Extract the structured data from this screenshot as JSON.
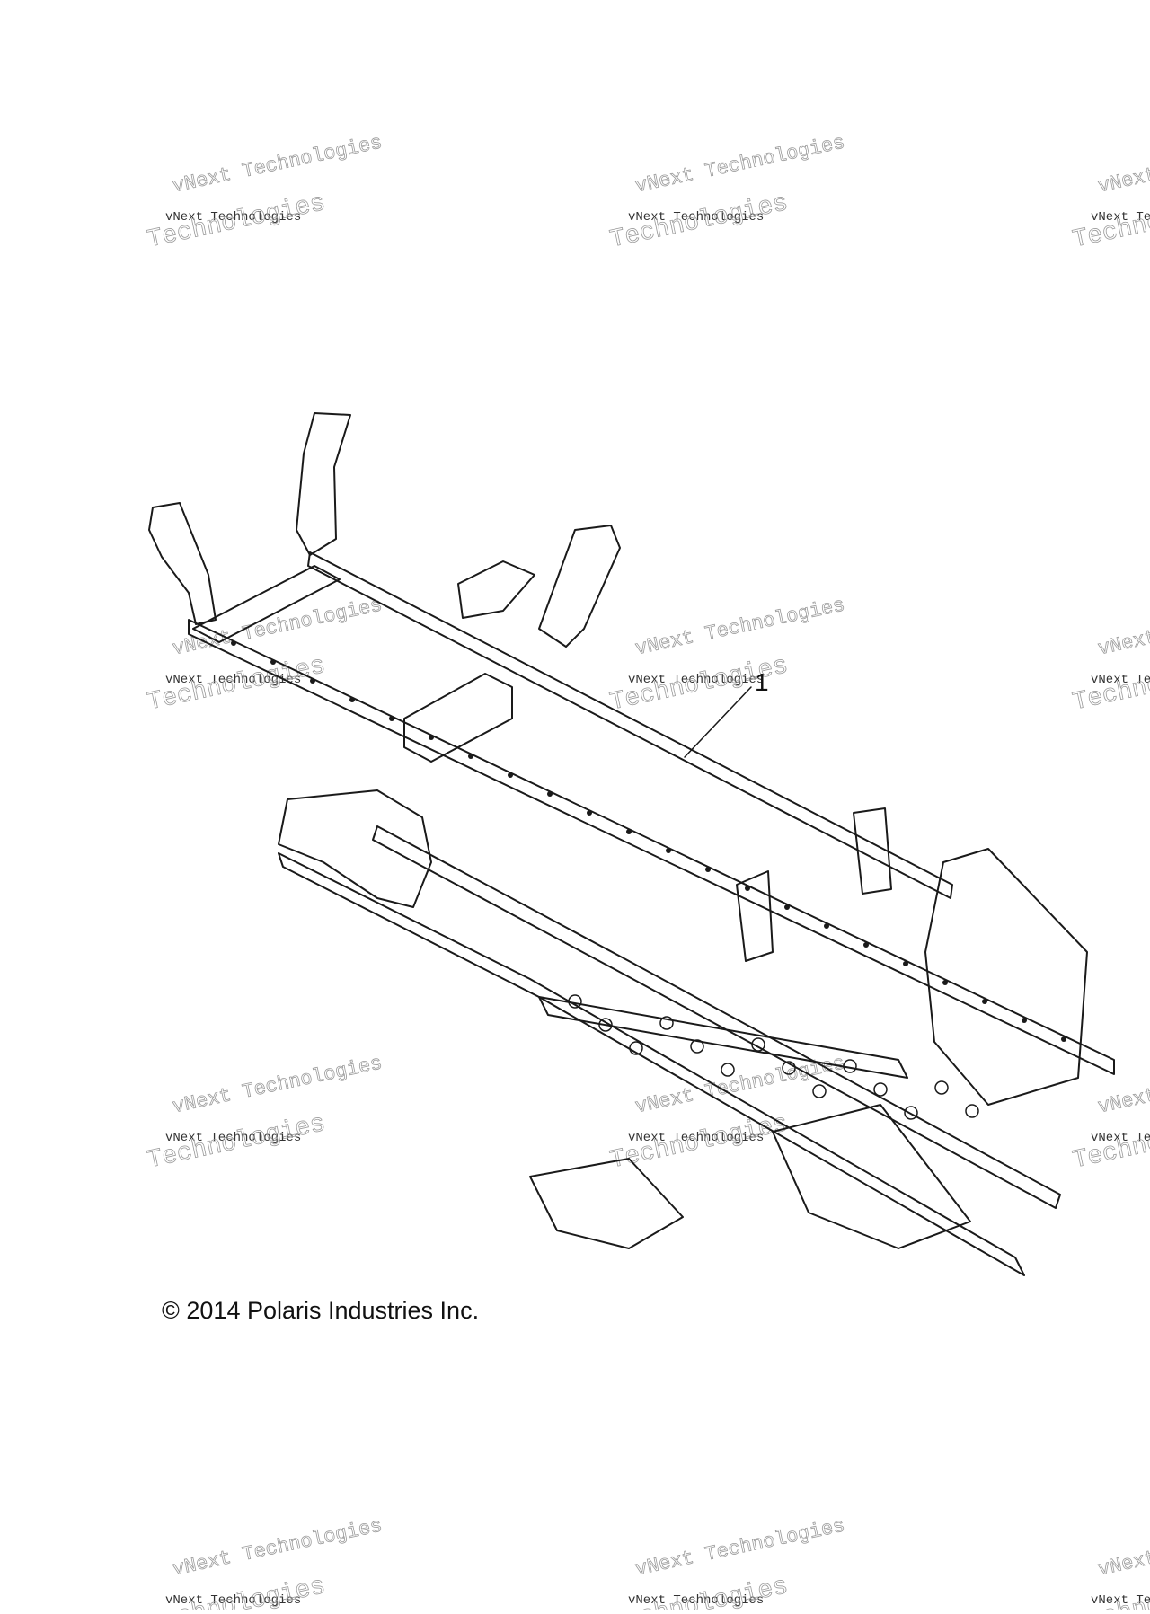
{
  "diagram": {
    "copyright": "© 2014 Polaris Industries Inc.",
    "callout_number": "1",
    "watermark": {
      "line1": "vNext Technologies",
      "line2": "vNext Technologies",
      "line3": "Technologies"
    },
    "colors": {
      "line": "#1a1a1a",
      "watermark": "#9a9a9a",
      "background": "#ffffff"
    }
  }
}
